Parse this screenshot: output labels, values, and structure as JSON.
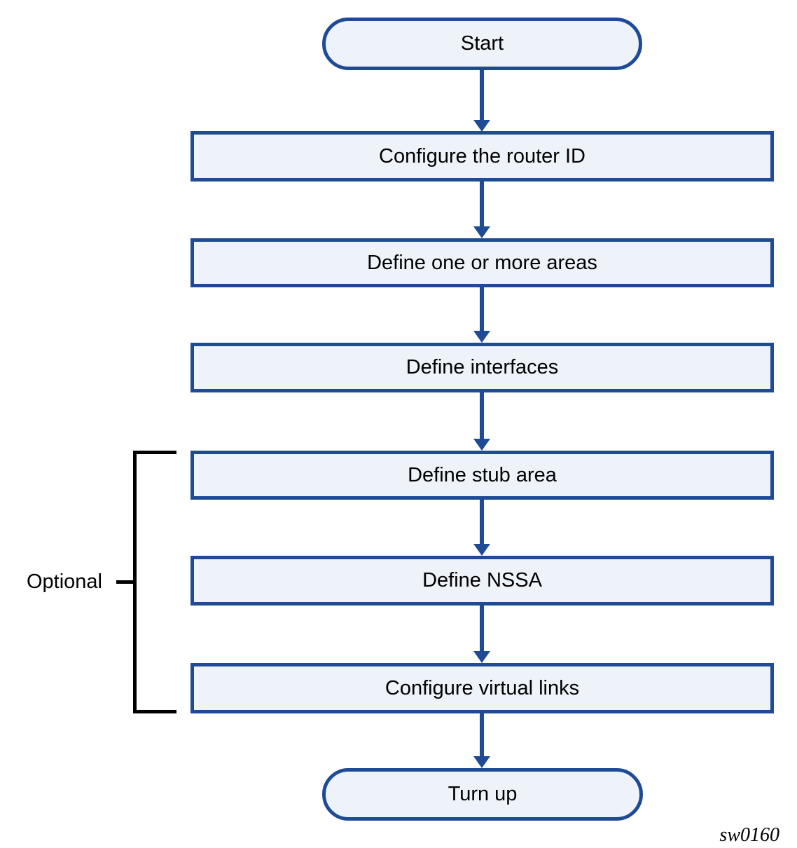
{
  "diagram": {
    "type": "flowchart",
    "nodes": [
      {
        "label": "Start",
        "shape": "terminator"
      },
      {
        "label": "Configure the router ID",
        "shape": "process"
      },
      {
        "label": "Define one or more areas",
        "shape": "process"
      },
      {
        "label": "Define interfaces",
        "shape": "process"
      },
      {
        "label": "Define stub area",
        "shape": "process",
        "optional": true
      },
      {
        "label": "Define NSSA",
        "shape": "process",
        "optional": true
      },
      {
        "label": "Configure virtual links",
        "shape": "process",
        "optional": true
      },
      {
        "label": "Turn up",
        "shape": "terminator"
      }
    ],
    "flow_sequence": [
      "Start",
      "Configure the router ID",
      "Define one or more areas",
      "Define interfaces",
      "Define stub area",
      "Define NSSA",
      "Configure virtual links",
      "Turn up"
    ],
    "optional_group": {
      "label": "Optional",
      "members": [
        "Define stub area",
        "Define NSSA",
        "Configure virtual links"
      ]
    },
    "figure_id": "sw0160",
    "colors": {
      "node_border": "#1f4b96",
      "node_fill": "#eef2f9",
      "arrow": "#1f4b96",
      "bracket": "#000000",
      "text": "#000000",
      "background": "#ffffff"
    }
  }
}
